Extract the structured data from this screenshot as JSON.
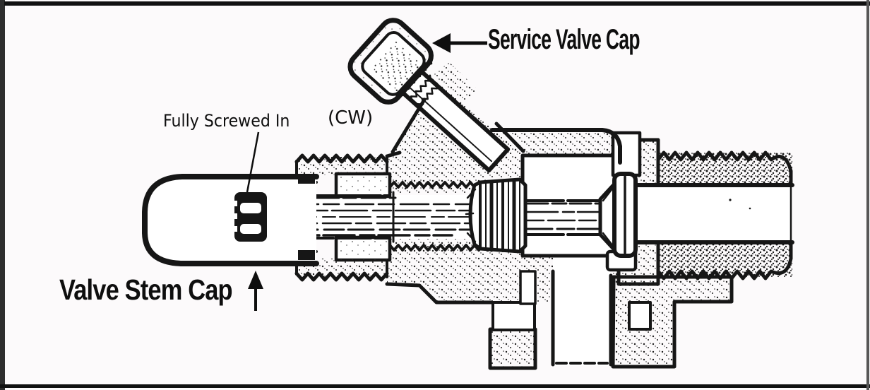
{
  "figure": {
    "kind": "technical illustration - refrigeration service valve cross-section",
    "palette": {
      "paper": "#fcfafb",
      "ink": "#161616",
      "frame_top": "#111111",
      "frame_bottom": "#111111",
      "frame_left": "#2e2e2e",
      "frame_right": "#565656"
    },
    "callouts": {
      "service_valve_cap": {
        "text": "Service Valve Cap",
        "arrow_direction": "left"
      },
      "valve_stem_cap": {
        "text": "Valve Stem Cap",
        "arrow_direction": "up"
      },
      "fully_screwed_in": {
        "text": "Fully Screwed In",
        "leader": "line-to-stem-tip"
      },
      "rotation": {
        "text": "(CW)"
      }
    }
  }
}
